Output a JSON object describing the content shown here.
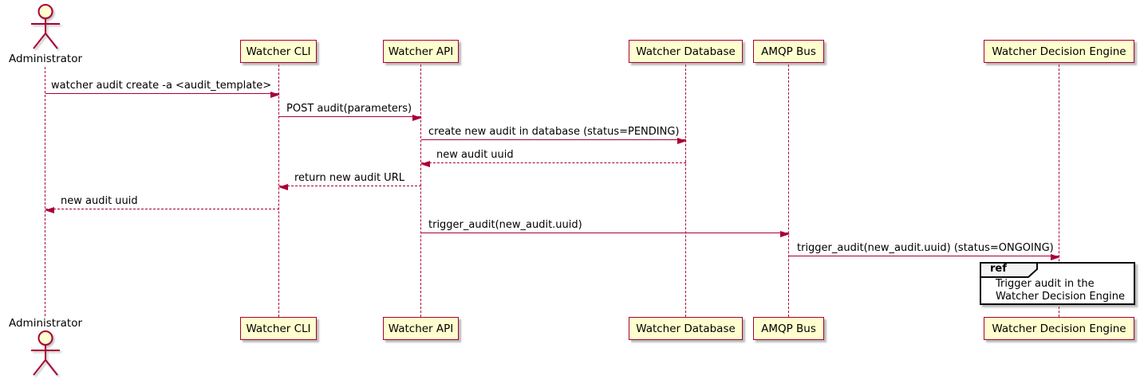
{
  "diagram_type": "uml-sequence-diagram",
  "colors": {
    "background": "#FFFFFF",
    "participant_fill": "#FEFECE",
    "stroke": "#A80036",
    "text": "#000000",
    "ref_border": "#0A0A0A",
    "ref_header_fill": "#F4F4F4"
  },
  "actor": {
    "label": "Administrator"
  },
  "participants": [
    {
      "label": "Watcher CLI"
    },
    {
      "label": "Watcher API"
    },
    {
      "label": "Watcher Database"
    },
    {
      "label": "AMQP Bus"
    },
    {
      "label": "Watcher Decision Engine"
    }
  ],
  "messages": [
    {
      "from": "Administrator",
      "to": "Watcher CLI",
      "label": "watcher audit create -a <audit_template>",
      "line": "solid"
    },
    {
      "from": "Watcher CLI",
      "to": "Watcher API",
      "label": "POST audit(parameters)",
      "line": "solid"
    },
    {
      "from": "Watcher API",
      "to": "Watcher Database",
      "label": "create new audit in database (status=PENDING)",
      "line": "solid"
    },
    {
      "from": "Watcher Database",
      "to": "Watcher API",
      "label": "new audit uuid",
      "line": "dashed"
    },
    {
      "from": "Watcher API",
      "to": "Watcher CLI",
      "label": "return new audit URL",
      "line": "dashed"
    },
    {
      "from": "Watcher CLI",
      "to": "Administrator",
      "label": "new audit uuid",
      "line": "dashed"
    },
    {
      "from": "Watcher API",
      "to": "AMQP Bus",
      "label": "trigger_audit(new_audit.uuid)",
      "line": "solid"
    },
    {
      "from": "AMQP Bus",
      "to": "Watcher Decision Engine",
      "label": "trigger_audit(new_audit.uuid) (status=ONGOING)",
      "line": "solid"
    }
  ],
  "ref": {
    "keyword": "ref",
    "over": "Watcher Decision Engine",
    "line1": "Trigger audit in the",
    "line2": "Watcher Decision Engine"
  }
}
